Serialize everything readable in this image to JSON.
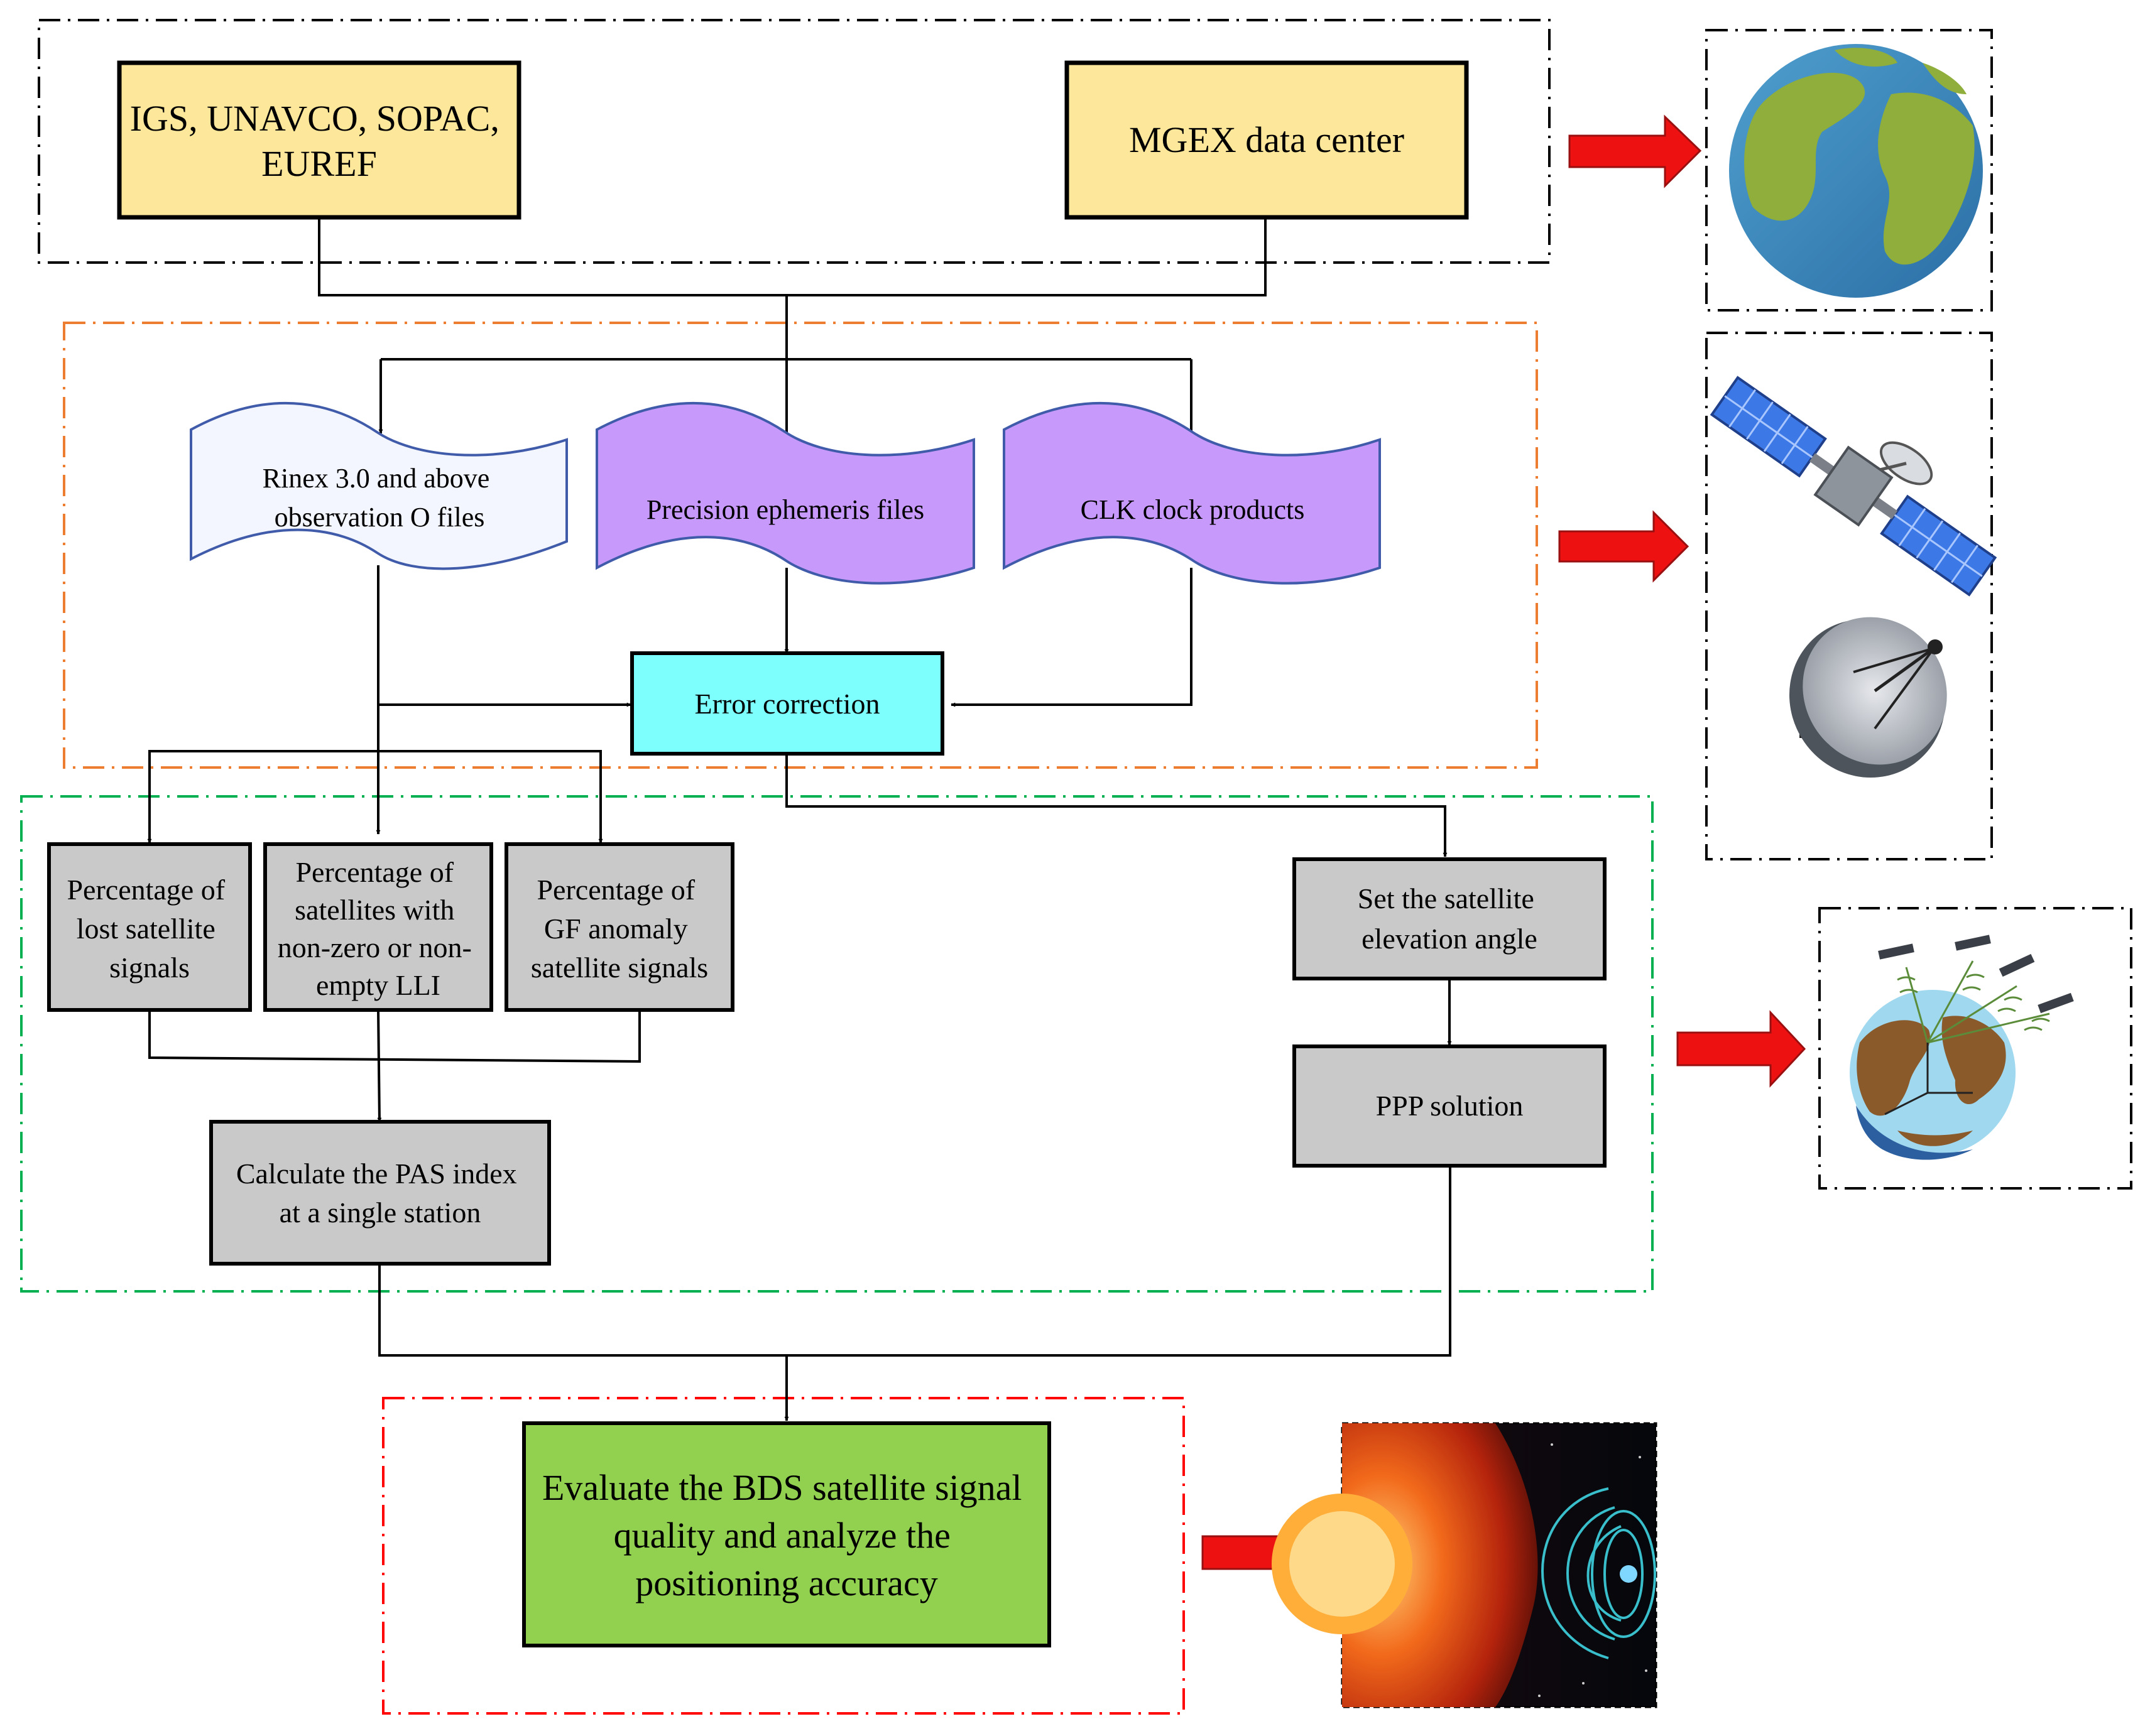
{
  "colors": {
    "source_box_fill": "#fde79b",
    "file_white_fill": "#f4f6ff",
    "file_purple_fill": "#c799fb",
    "error_box_fill": "#7dfffe",
    "gray_box_fill": "#c9c9c9",
    "final_box_fill": "#92d050",
    "arrow_red": "#ee1111",
    "border_black": "#000000",
    "border_orange": "#ed7d31",
    "border_green": "#00b050",
    "border_red": "#ff0000",
    "file_border": "#3f5ba9"
  },
  "sources": {
    "igs": [
      "IGS, UNAVCO, SOPAC,",
      "EUREF"
    ],
    "mgex": [
      "MGEX data center"
    ]
  },
  "files": {
    "rinex": [
      "Rinex 3.0 and above",
      "observation O files"
    ],
    "ephemeris": [
      "Precision ephemeris files"
    ],
    "clk": [
      "CLK clock products"
    ]
  },
  "error_correction": [
    "Error correction"
  ],
  "metrics": {
    "lost": [
      "Percentage of",
      "lost satellite",
      "signals"
    ],
    "lli": [
      "Percentage  of",
      "satellites with",
      "non-zero or non-",
      "empty LLI"
    ],
    "gf": [
      "Percentage of",
      "GF anomaly",
      "satellite signals"
    ]
  },
  "pas": [
    "Calculate the PAS index",
    "at a single station"
  ],
  "elevation": [
    "Set the satellite",
    "elevation angle"
  ],
  "ppp": [
    "PPP solution"
  ],
  "final": [
    "Evaluate the BDS satellite signal",
    "quality and analyze the",
    "positioning accuracy"
  ],
  "icons": {
    "earth": "earth-globe-icon",
    "satellite": "satellite-icon",
    "dish": "satellite-dish-icon",
    "earth_satellites": "earth-satellites-icon",
    "sun_magnetosphere": "sun-magnetosphere-image"
  }
}
